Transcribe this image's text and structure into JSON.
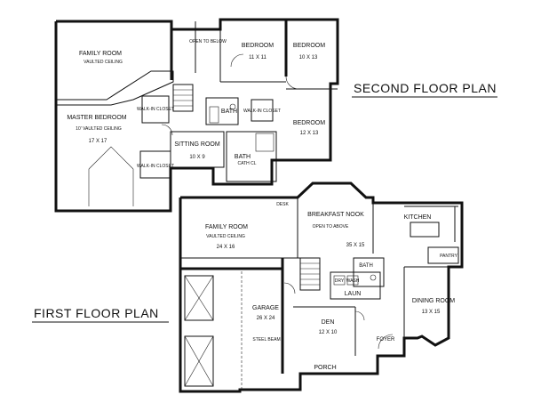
{
  "titles": {
    "second_floor": "SECOND FLOOR PLAN",
    "first_floor": "FIRST FLOOR PLAN"
  },
  "second_floor": {
    "family_room": {
      "name": "FAMILY ROOM",
      "note": "VAULTED CEILING"
    },
    "open_to_below": "OPEN TO BELOW",
    "bedroom_1": {
      "name": "BEDROOM",
      "size": "11 X 11"
    },
    "bedroom_2": {
      "name": "BEDROOM",
      "size": "10 X 13"
    },
    "bedroom_3": {
      "name": "BEDROOM",
      "size": "12 X 13"
    },
    "master_bedroom": {
      "name": "MASTER BEDROOM",
      "note": "10' VAULTED CEILING",
      "size": "17 X 17"
    },
    "walkin_closet_1": "WALK-IN CLOSET",
    "walkin_closet_2": "WALK-IN CLOSET",
    "walkin_closet_3": "WALK-IN CLOSET",
    "bath_1": "BATH",
    "bath_2": {
      "name": "BATH",
      "note": "CATH CL"
    },
    "sitting_room": {
      "name": "SITTING ROOM",
      "size": "10 X 9"
    }
  },
  "first_floor": {
    "family_room": {
      "name": "FAMILY ROOM",
      "note": "VAULTED CEILING",
      "size": "24 X 16"
    },
    "desk": "DESK",
    "breakfast_nook": "BREAKFAST NOOK",
    "open_to_above": "OPEN TO ABOVE",
    "kitchen": "KITCHEN",
    "kitchen_size": "35 X 15",
    "pantry": "PANTRY",
    "bath": "BATH",
    "laun": "LAUN",
    "dryer": "DRY",
    "washer": "WASH",
    "dining_room": {
      "name": "DINING ROOM",
      "size": "13 X 15"
    },
    "garage": {
      "name": "GARAGE",
      "size": "26 X 24"
    },
    "steel_beam": "STEEL BEAM",
    "den": {
      "name": "DEN",
      "size": "12 X 10"
    },
    "foyer": "FOYER",
    "porch": "PORCH"
  }
}
